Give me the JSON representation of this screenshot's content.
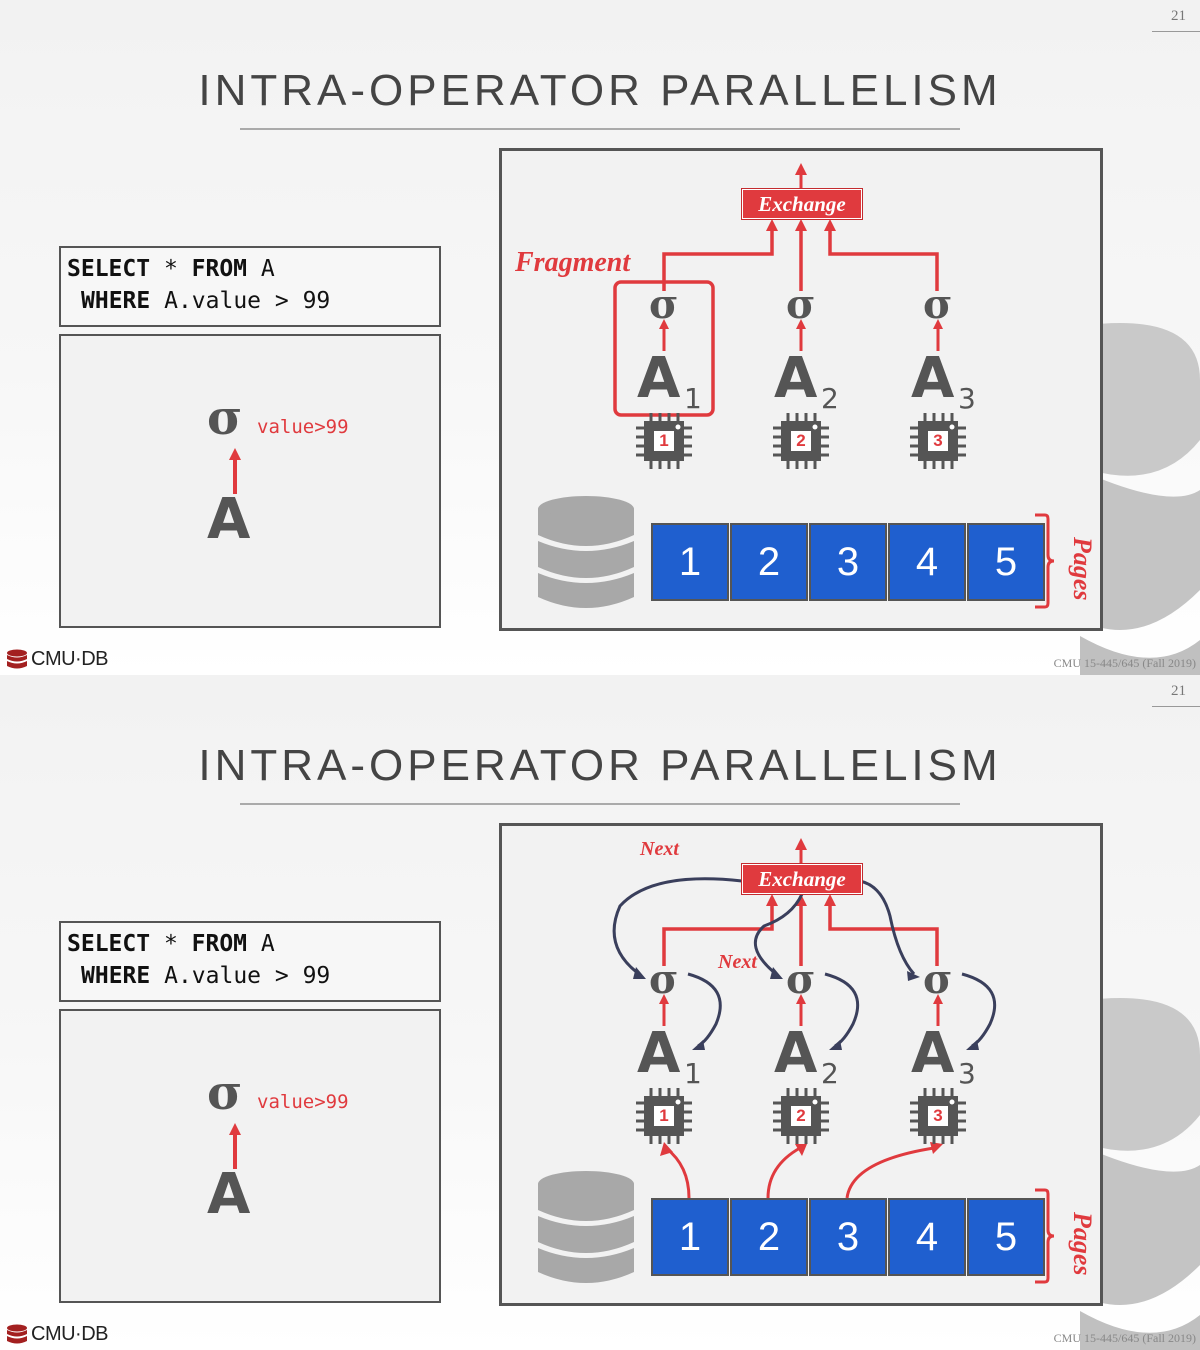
{
  "slides": [
    {
      "slide_number": "21",
      "title": "INTRA-OPERATOR PARALLELISM",
      "query": {
        "line1_kw1": "SELECT",
        "line1_rest1": " * ",
        "line1_kw2": "FROM",
        "line1_rest2": " A",
        "line2_kw": "WHERE",
        "line2_rest": " A.value > 99"
      },
      "plan": {
        "operator_symbol": "σ",
        "predicate": "value>99",
        "table": "A"
      },
      "exchange_label": "Exchange",
      "fragment_label": "Fragment",
      "workers": [
        {
          "sigma": "σ",
          "table": "A",
          "subscript": "1",
          "core": "1"
        },
        {
          "sigma": "σ",
          "table": "A",
          "subscript": "2",
          "core": "2"
        },
        {
          "sigma": "σ",
          "table": "A",
          "subscript": "3",
          "core": "3"
        }
      ],
      "pages": [
        "1",
        "2",
        "3",
        "4",
        "5"
      ],
      "pages_label": "Pages",
      "logo_text": "CMU·DB",
      "footer": "CMU 15-445/645 (Fall 2019)",
      "next_labels": []
    },
    {
      "slide_number": "21",
      "title": "INTRA-OPERATOR PARALLELISM",
      "query": {
        "line1_kw1": "SELECT",
        "line1_rest1": " * ",
        "line1_kw2": "FROM",
        "line1_rest2": " A",
        "line2_kw": "WHERE",
        "line2_rest": " A.value > 99"
      },
      "plan": {
        "operator_symbol": "σ",
        "predicate": "value>99",
        "table": "A"
      },
      "exchange_label": "Exchange",
      "fragment_label": "",
      "workers": [
        {
          "sigma": "σ",
          "table": "A",
          "subscript": "1",
          "core": "1"
        },
        {
          "sigma": "σ",
          "table": "A",
          "subscript": "2",
          "core": "2"
        },
        {
          "sigma": "σ",
          "table": "A",
          "subscript": "3",
          "core": "3"
        }
      ],
      "pages": [
        "1",
        "2",
        "3",
        "4",
        "5"
      ],
      "pages_label": "Pages",
      "logo_text": "CMU·DB",
      "footer": "CMU 15-445/645 (Fall 2019)",
      "next_labels": [
        "Next",
        "Next"
      ]
    }
  ],
  "colors": {
    "accent_red": "#e03a3e",
    "page_blue": "#1f5fcf",
    "dark_gray": "#555555",
    "arrow_navy": "#3a3f5c"
  }
}
